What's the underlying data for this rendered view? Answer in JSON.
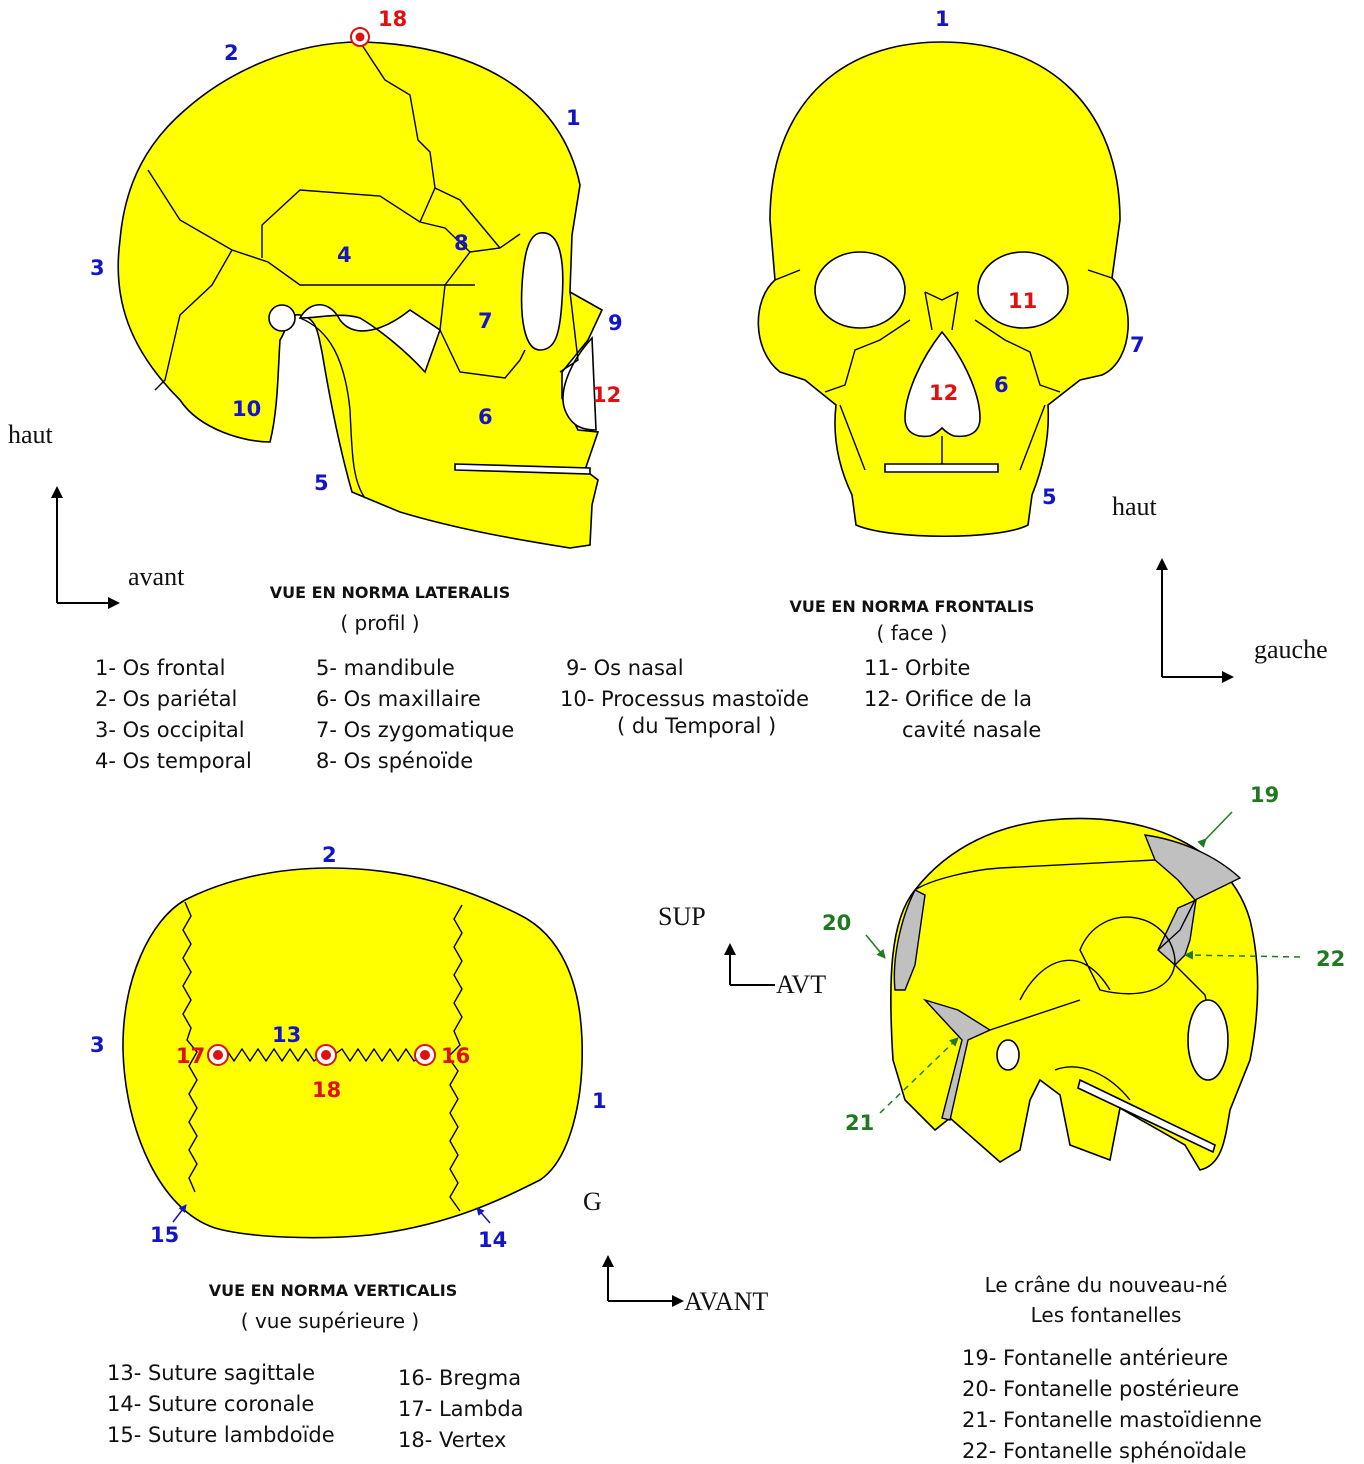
{
  "lateral": {
    "title": "VUE EN NORMA LATERALIS",
    "subtitle": "( profil )",
    "labels": {
      "n1": "1",
      "n2": "2",
      "n3": "3",
      "n4": "4",
      "n5": "5",
      "n6": "6",
      "n7": "7",
      "n8": "8",
      "n9": "9",
      "n10": "10",
      "n12": "12",
      "n18": "18"
    },
    "legend": {
      "col1": [
        "1- Os frontal",
        "2- Os pariétal",
        "3- Os occipital",
        "4- Os temporal"
      ],
      "col2": [
        "5- mandibule",
        "6- Os maxillaire",
        "7- Os zygomatique",
        "8- Os spénoïde"
      ],
      "col3": [
        "9- Os nasal",
        "10- Processus mastoïde",
        "( du Temporal )"
      ],
      "col4": [
        "11- Orbite",
        "12- Orifice de la",
        "cavité nasale"
      ]
    },
    "axis": {
      "up": "haut",
      "right": "avant"
    }
  },
  "frontal": {
    "title": "VUE EN NORMA FRONTALIS",
    "subtitle": "( face )",
    "labels": {
      "n1": "1",
      "n5": "5",
      "n6": "6",
      "n7": "7",
      "n11": "11",
      "n12": "12"
    },
    "axis": {
      "up": "haut",
      "right": "gauche"
    }
  },
  "verticalis": {
    "title": "VUE EN NORMA VERTICALIS",
    "subtitle": "( vue supérieure )",
    "labels": {
      "n1": "1",
      "n2": "2",
      "n3": "3",
      "n13": "13",
      "n14": "14",
      "n15": "15",
      "n16": "16",
      "n17": "17",
      "n18": "18"
    },
    "legend": {
      "col1": [
        "13- Suture sagittale",
        "14- Suture coronale",
        "15- Suture lambdoïde"
      ],
      "col2": [
        "16- Bregma",
        "17- Lambda",
        "18- Vertex"
      ]
    },
    "axis": {
      "up": "G",
      "right": "AVANT"
    }
  },
  "newborn": {
    "title": "Le crâne du nouveau-né",
    "subtitle": "Les fontanelles",
    "labels": {
      "n19": "19",
      "n20": "20",
      "n21": "21",
      "n22": "22"
    },
    "legend": [
      "19- Fontanelle antérieure",
      "20- Fontanelle postérieure",
      "21- Fontanelle mastoïdienne",
      "22- Fontanelle sphénoïdale"
    ],
    "axis": {
      "up": "SUP",
      "right": "AVT"
    }
  }
}
